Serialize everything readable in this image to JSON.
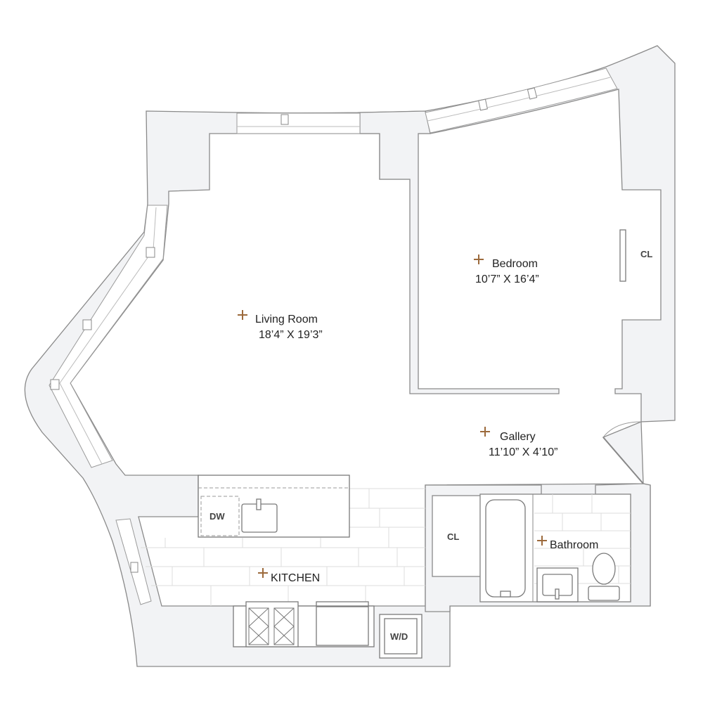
{
  "colors": {
    "accent_plus": "#9c6a3c",
    "wall_fill": "#f2f3f5",
    "line": "#8a8a8a"
  },
  "rooms": {
    "living": {
      "name": "Living Room",
      "dims": "18’4” X 19’3”"
    },
    "bedroom": {
      "name": "Bedroom",
      "dims": "10’7” X 16’4”"
    },
    "gallery": {
      "name": "Gallery",
      "dims": "11’10” X 4’10”"
    },
    "kitchen": {
      "name": "KITCHEN"
    },
    "bathroom": {
      "name": "Bathroom"
    }
  },
  "fixtures": {
    "bedroom_closet": "CL",
    "hall_closet": "CL",
    "dishwasher": "DW",
    "washer_dryer": "W/D"
  }
}
